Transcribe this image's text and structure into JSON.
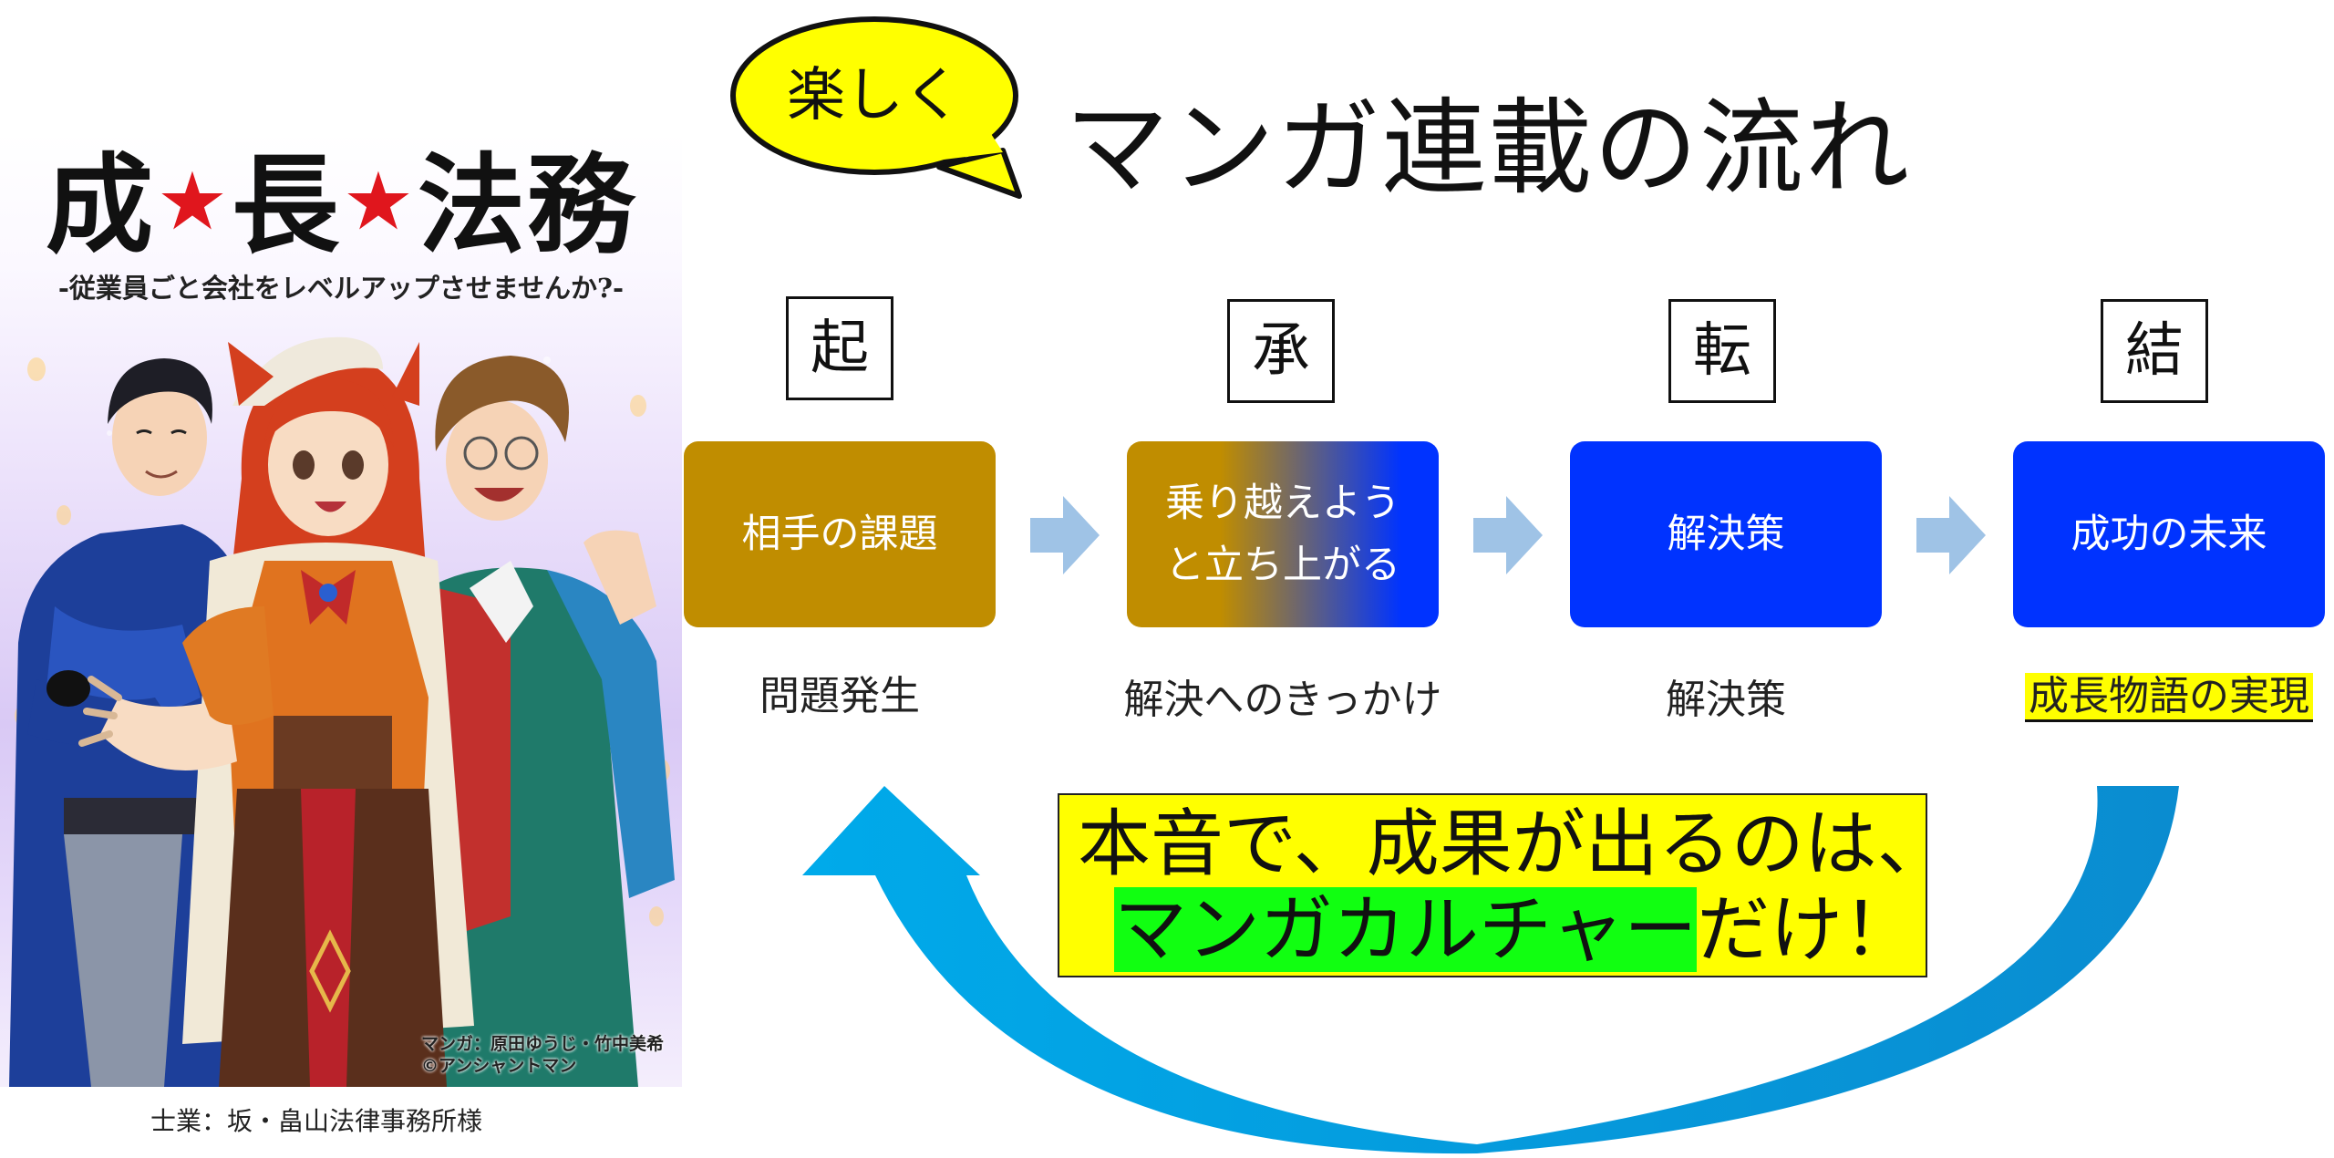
{
  "header": {
    "bubble_text": "楽しく",
    "title": "マンガ連載の流れ"
  },
  "cover": {
    "title_chars": [
      "成",
      "長",
      "法務"
    ],
    "subtitle": "-従業員ごと会社をレベルアップさせませんか?-",
    "credit_line1": "マンガ：原田ゆうじ・竹中美希",
    "credit_line2": "©アンシャントマン",
    "caption": "士業：坂・畠山法律事務所様"
  },
  "stages": [
    {
      "kanji": "起",
      "box_lines": [
        "相手の課題"
      ],
      "label": "問題発生"
    },
    {
      "kanji": "承",
      "box_lines": [
        "乗り越えよう",
        "と立ち上がる"
      ],
      "label": "解決へのきっかけ"
    },
    {
      "kanji": "転",
      "box_lines": [
        "解決策"
      ],
      "label": "解決策"
    },
    {
      "kanji": "結",
      "box_lines": [
        "成功の未来"
      ],
      "label": "成長物語の実現"
    }
  ],
  "message": {
    "line1": "本音で、成果が出るのは、",
    "line2_highlight": "マンガカルチャー",
    "line2_rest": "だけ！"
  },
  "colors": {
    "gold": "#c08d00",
    "blue": "#0033ff",
    "flow_arrow": "#9fc3e6",
    "cycle_arrow": "#00a6e6",
    "bubble": "#ffff00",
    "highlight_yellow": "#ffff00",
    "highlight_green": "#11ff11",
    "star_red": "#e0161d"
  }
}
